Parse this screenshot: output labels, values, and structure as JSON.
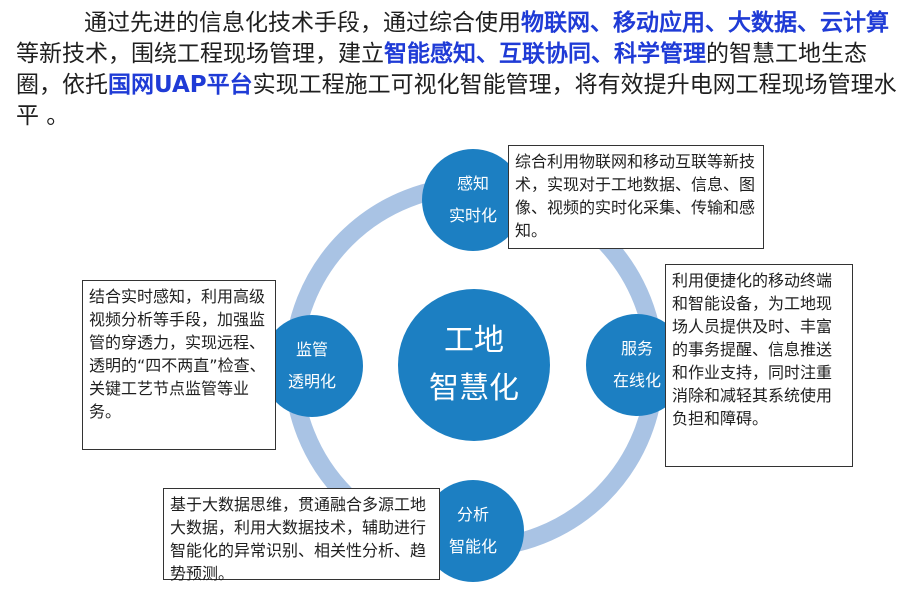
{
  "intro": {
    "segments": [
      {
        "text": "通过先进的信息化技术手段，通过综合使用",
        "highlight": false
      },
      {
        "text": "物联网、移动应用、大数据、云计算",
        "highlight": true
      },
      {
        "text": "等新技术，围绕工程现场管理，建立",
        "highlight": false
      },
      {
        "text": "智能感知、互联协同、科学管理",
        "highlight": true
      },
      {
        "text": "的智慧工地生态圈，依托",
        "highlight": false
      },
      {
        "text": "国网UAP平台",
        "highlight": true
      },
      {
        "text": "实现工程施工可视化智能管理，将有效提升电网工程现场管理水平 。",
        "highlight": false
      }
    ]
  },
  "diagram": {
    "center": {
      "line1": "工地",
      "line2": "智慧化"
    },
    "nodes": {
      "top": {
        "line1": "感知",
        "line2": "实时化"
      },
      "right": {
        "line1": "服务",
        "line2": "在线化"
      },
      "bottom": {
        "line1": "分析",
        "line2": "智能化"
      },
      "left": {
        "line1": "监管",
        "line2": "透明化"
      }
    },
    "boxes": {
      "top": "综合利用物联网和移动互联等新技术，实现对于工地数据、信息、图像、视频的实时化采集、传输和感知。",
      "right": "利用便捷化的移动终端和智能设备，为工地现场人员提供及时、丰富的事务提醒、信息推送和作业支持，同时注重消除和减轻其系统使用负担和障碍。",
      "bottom": "基于大数据思维，贯通融合多源工地大数据，利用大数据技术，辅助进行智能化的异常识别、相关性分析、趋势预测。",
      "left": "结合实时感知，利用高级视频分析等手段，加强监管的穿透力，实现远程、透明的“四不两直”检查、关键工艺节点监管等业务。"
    }
  },
  "colors": {
    "highlight": "#1f3bd6",
    "circle": "#1c7fc2",
    "ring": "#a9c3e4",
    "box_border": "#333333"
  }
}
